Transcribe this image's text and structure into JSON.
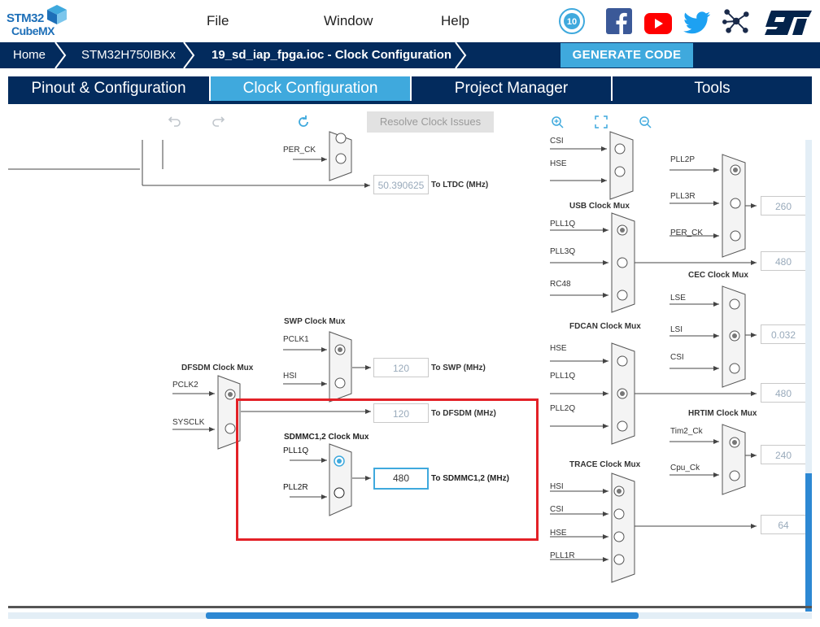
{
  "brand": {
    "line1": "STM32",
    "line2": "CubeMX"
  },
  "menu": {
    "file": "File",
    "window": "Window",
    "help": "Help"
  },
  "breadcrumb": {
    "home": "Home",
    "device": "STM32H750IBKx",
    "file": "19_sd_iap_fpga.ioc - Clock Configuration"
  },
  "generate_label": "GENERATE CODE",
  "tabs": {
    "pinout": "Pinout & Configuration",
    "clock": "Clock Configuration",
    "project": "Project Manager",
    "tools": "Tools"
  },
  "toolbar": {
    "resolve": "Resolve Clock Issues"
  },
  "icons": {
    "undo": "undo-icon",
    "redo": "redo-icon",
    "refresh": "refresh-icon",
    "zoom_in": "zoom-in-icon",
    "fit": "fit-screen-icon",
    "zoom_out": "zoom-out-icon"
  },
  "colors": {
    "nav_dark": "#032b5d",
    "accent": "#3fa9dd",
    "highlight": "#e32127",
    "facebook": "#3b5998",
    "youtube": "#ff0000",
    "twitter": "#1da1f2"
  },
  "left": {
    "per_ck": "PER_CK",
    "ltdc_value": "50.390625",
    "ltdc_label": "To LTDC (MHz)",
    "swp_header": "SWP Clock Mux",
    "swp_in1": "PCLK1",
    "swp_in2": "HSI",
    "swp_value": "120",
    "swp_label": "To SWP (MHz)",
    "dfsdm_header": "DFSDM Clock Mux",
    "dfsdm_in1": "PCLK2",
    "dfsdm_in2": "SYSCLK",
    "dfsdm_value": "120",
    "dfsdm_label": "To DFSDM (MHz)",
    "sdmmc_header": "SDMMC1,2 Clock Mux",
    "sdmmc_in1": "PLL1Q",
    "sdmmc_in2": "PLL2R",
    "sdmmc_value": "480",
    "sdmmc_label": "To SDMMC1,2 (MHz)"
  },
  "right": {
    "top_in1": "CSI",
    "top_in2": "HSE",
    "usb_header": "USB Clock Mux",
    "usb_in": [
      "PLL1Q",
      "PLL3Q",
      "RC48"
    ],
    "fdcan_header": "FDCAN Clock Mux",
    "fdcan_in": [
      "HSE",
      "PLL1Q",
      "PLL2Q"
    ],
    "trace_header": "TRACE Clock Mux",
    "trace_in": [
      "HSI",
      "CSI",
      "HSE",
      "PLL1R"
    ],
    "adc_in": [
      "PLL2P",
      "PLL3R",
      "PER_CK"
    ],
    "cec_header": "CEC Clock Mux",
    "cec_in": [
      "LSE",
      "LSI",
      "CSI"
    ],
    "hrtim_header": "HRTIM Clock Mux",
    "hrtim_in": [
      "Tim2_Ck",
      "Cpu_Ck"
    ],
    "outputs": [
      "260",
      "480",
      "0.032",
      "480",
      "240",
      "64"
    ]
  }
}
